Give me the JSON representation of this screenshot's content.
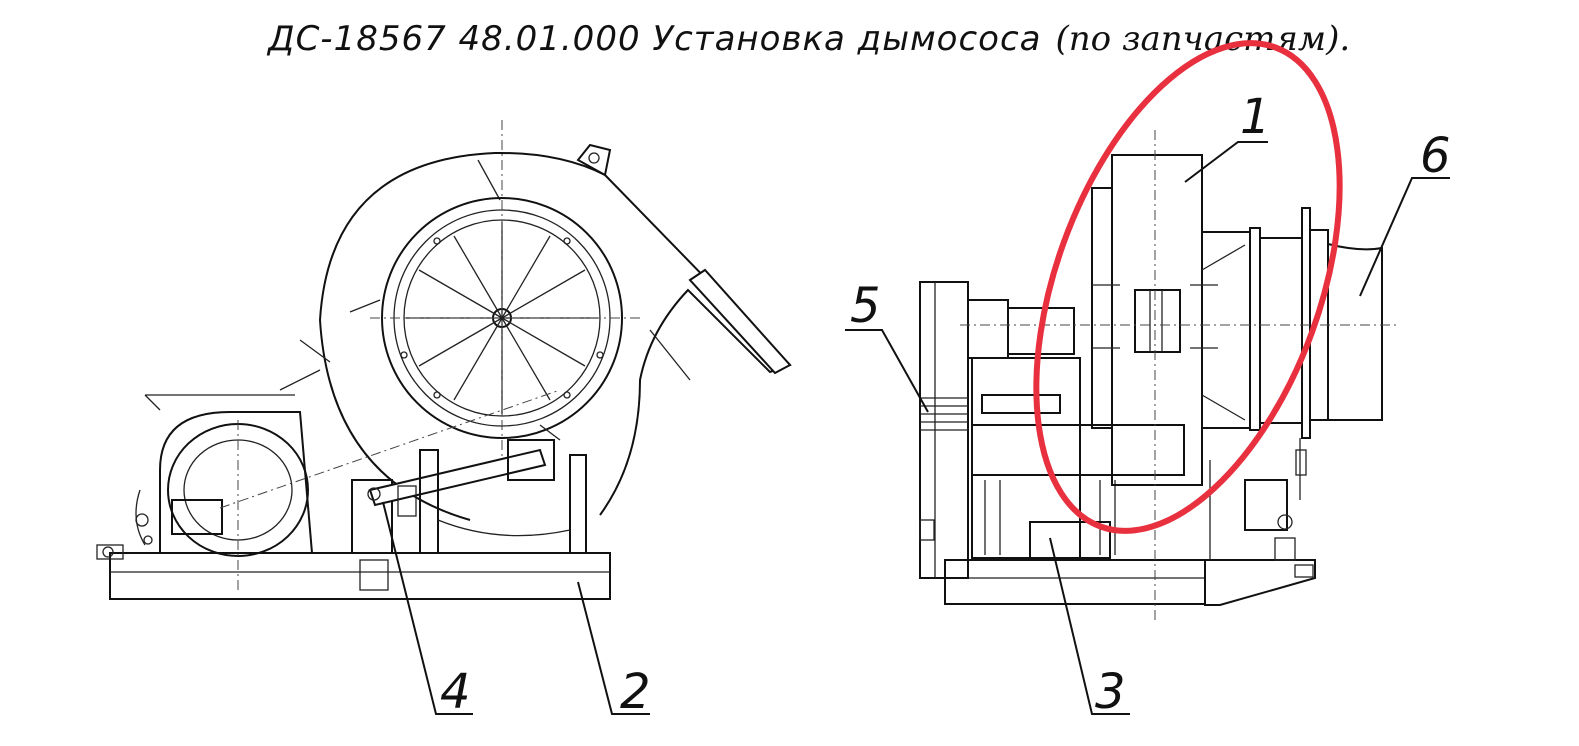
{
  "title": {
    "main": "ДС-18567 48.01.000 Установка дымососа",
    "suffix": "(по запчастям)."
  },
  "callouts": [
    {
      "id": "1",
      "label": "1"
    },
    {
      "id": "2",
      "label": "2"
    },
    {
      "id": "3",
      "label": "3"
    },
    {
      "id": "4",
      "label": "4"
    },
    {
      "id": "5",
      "label": "5"
    },
    {
      "id": "6",
      "label": "6"
    }
  ],
  "highlight_color": "#e8303f"
}
